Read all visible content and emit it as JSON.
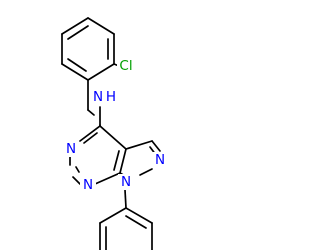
{
  "atoms": [
    {
      "id": "cl",
      "label": "Cl",
      "color": "#00a000"
    },
    {
      "id": "nh",
      "label": "N",
      "label2": "H",
      "color": "#0000ff"
    },
    {
      "id": "n_pyr_a",
      "label": "N",
      "color": "#0000ff"
    },
    {
      "id": "n_pyr_b",
      "label": "N",
      "color": "#0000ff"
    },
    {
      "id": "n_pz_2",
      "label": "N",
      "color": "#0000ff"
    },
    {
      "id": "n_pz_1",
      "label": "N",
      "color": "#0000ff"
    }
  ]
}
